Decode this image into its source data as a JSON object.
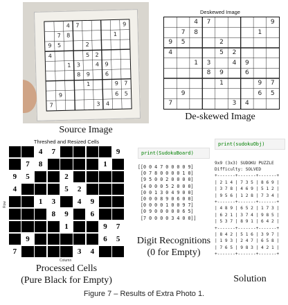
{
  "captions": {
    "source": "Source Image",
    "deskewed": "De-skewed Image",
    "processed_1": "Processed Cells",
    "processed_2": "(Pure Black for Empty)",
    "digits_1": "Digit Recognitions",
    "digits_2": "(0 for Empty)",
    "solution": "Solution",
    "figure": "Figure 7 – Results of Extra Photo 1."
  },
  "titles": {
    "deskewed": "Deskewed Image",
    "processed": "Threshed and Resized Cells",
    "row_axis": "Row",
    "col_axis": "Column"
  },
  "grid": [
    [
      0,
      0,
      4,
      7,
      0,
      0,
      0,
      0,
      9
    ],
    [
      0,
      7,
      8,
      0,
      0,
      0,
      0,
      1,
      0
    ],
    [
      9,
      5,
      0,
      0,
      2,
      0,
      0,
      0,
      0
    ],
    [
      4,
      0,
      0,
      0,
      5,
      2,
      0,
      0,
      0
    ],
    [
      0,
      0,
      1,
      3,
      0,
      4,
      9,
      0,
      0
    ],
    [
      0,
      0,
      0,
      8,
      9,
      0,
      6,
      0,
      0
    ],
    [
      0,
      0,
      0,
      0,
      1,
      0,
      0,
      9,
      7
    ],
    [
      0,
      9,
      0,
      0,
      0,
      0,
      0,
      6,
      5
    ],
    [
      7,
      0,
      0,
      0,
      0,
      3,
      4,
      0,
      0
    ]
  ],
  "code_digits": {
    "command": "print(SudokuBoard)",
    "lines": [
      "[[0 0 4 7 0 0 0 0 9]",
      " [0 7 8 0 0 0 0 1 0]",
      " [9 5 0 0 2 0 0 0 0]",
      " [4 0 0 0 5 2 0 0 0]",
      " [0 0 1 3 0 4 9 0 0]",
      " [0 0 0 8 9 0 6 0 0]",
      " [0 0 0 0 1 0 0 9 7]",
      " [0 9 0 0 0 0 0 6 5]",
      " [7 0 0 0 0 3 4 0 0]]"
    ]
  },
  "code_solution": {
    "command": "print(sudokuObj)",
    "header_1": "9x9 (3x3) SUDOKU PUZZLE",
    "header_2": "Difficulty: SOLVED",
    "lines": [
      "+-------+-------+-------+",
      "| 2 1 4 | 7 3 5 | 8 6 9 |",
      "| 3 7 8 | 4 6 9 | 5 1 2 |",
      "| 9 5 6 | 1 2 8 | 7 3 4 |",
      "+-------+-------+-------+",
      "| 4 8 9 | 6 5 2 | 1 7 3 |",
      "| 6 2 1 | 3 7 4 | 9 8 5 |",
      "| 5 3 7 | 8 9 1 | 6 4 2 |",
      "+-------+-------+-------+",
      "| 8 4 2 | 5 1 6 | 3 9 7 |",
      "| 1 9 3 | 2 4 7 | 6 5 8 |",
      "| 7 6 5 | 9 8 3 | 4 2 1 |",
      "+-------+-------+-------+"
    ]
  }
}
